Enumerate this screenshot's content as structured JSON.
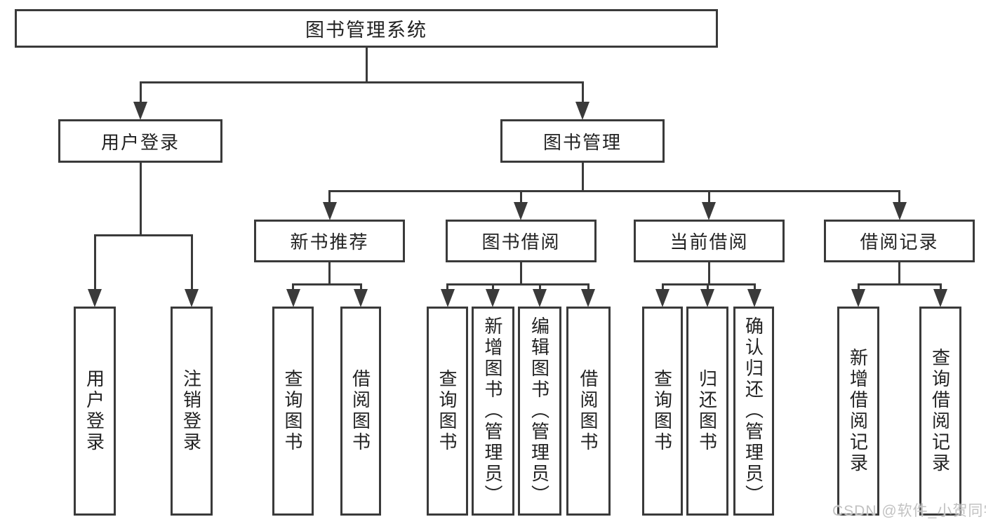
{
  "colors": {
    "line": "#3a3a3a",
    "text": "#222222",
    "background": "#ffffff",
    "watermark": "#c2c2c2"
  },
  "watermark": {
    "text": "CSDN @软件_小贺同学"
  },
  "diagram": {
    "root": {
      "label": "图书管理系统"
    },
    "branches": [
      {
        "label": "用户登录",
        "children": [
          {
            "label": "用户登录"
          },
          {
            "label": "注销登录"
          }
        ]
      },
      {
        "label": "图书管理",
        "children": [
          {
            "label": "新书推荐",
            "children": [
              {
                "label": "查询图书"
              },
              {
                "label": "借阅图书"
              }
            ]
          },
          {
            "label": "图书借阅",
            "children": [
              {
                "label": "查询图书"
              },
              {
                "label": "新增图书（管理员）"
              },
              {
                "label": "编辑图书（管理员）"
              },
              {
                "label": "借阅图书"
              }
            ]
          },
          {
            "label": "当前借阅",
            "children": [
              {
                "label": "查询图书"
              },
              {
                "label": "归还图书"
              },
              {
                "label": "确认归还（管理员）"
              }
            ]
          },
          {
            "label": "借阅记录",
            "children": [
              {
                "label": "新增借阅记录"
              },
              {
                "label": "查询借阅记录"
              }
            ]
          }
        ]
      }
    ]
  }
}
